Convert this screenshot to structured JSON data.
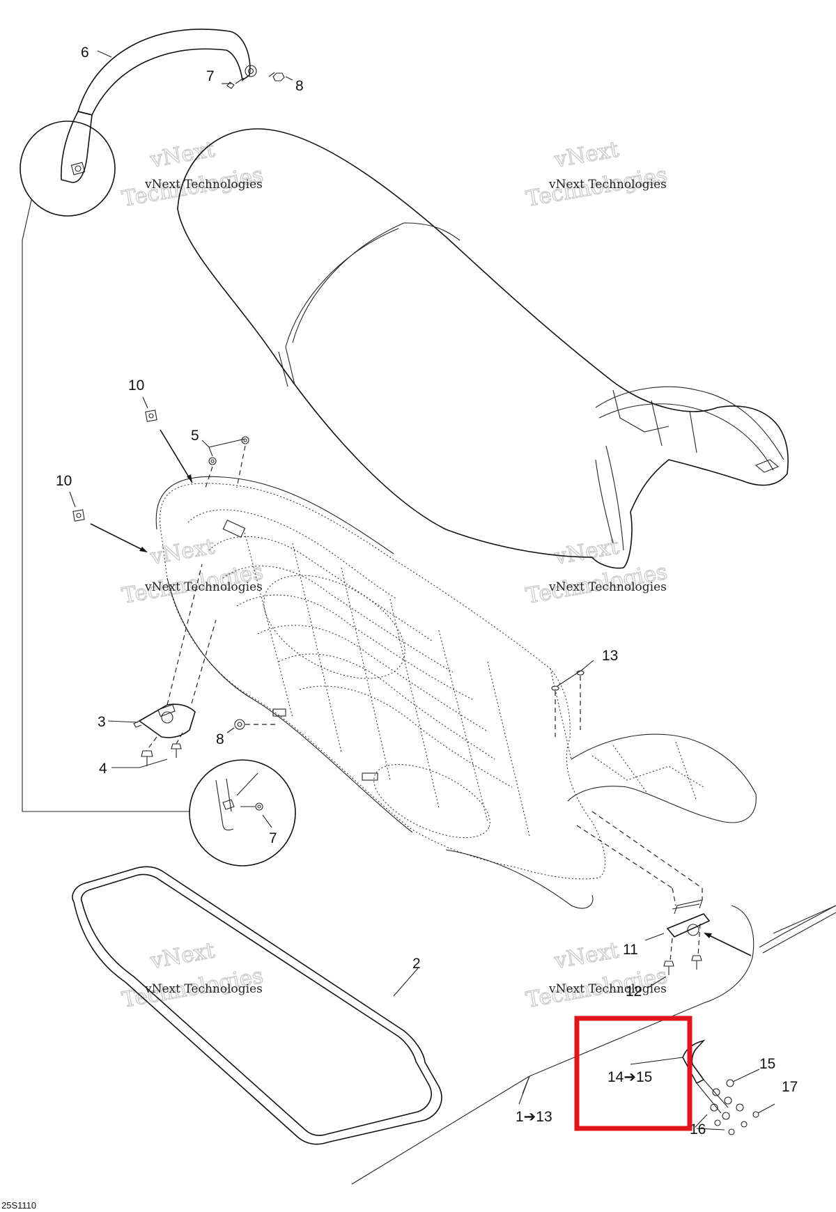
{
  "diagram": {
    "drawing_code": "25S1110",
    "highlight_color": "#e0141b",
    "callouts": {
      "strap": "6",
      "screw_top": "7",
      "nut_top": "8",
      "clip_a": "10",
      "clip_b": "10",
      "grommet": "5",
      "latch": "3",
      "latch_screw": "4",
      "nut_mid": "8",
      "screw_detail": "7",
      "washer": "13",
      "gasket": "2",
      "hinge": "11",
      "hinge_bolt": "12",
      "kit": "14➔15",
      "range": "1➔13",
      "bolt_b": "15",
      "nut_b": "17",
      "washer_b": "16"
    },
    "watermark": {
      "line1": "vNext Technologies",
      "line2": "vNext",
      "line3": "Technologies"
    }
  }
}
